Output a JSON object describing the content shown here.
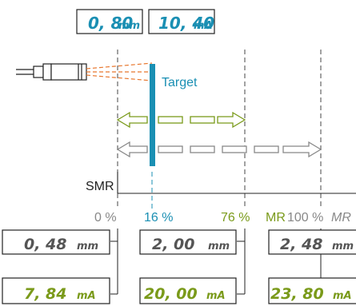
{
  "colors": {
    "accent_blue": "#1a8fb3",
    "green": "#7a9a1a",
    "orange": "#e8772e",
    "line": "#222222",
    "gray_arrow": "#888888",
    "lcd_blue": "#1a8fb3",
    "lcd_gray": "#555555"
  },
  "top_displays": {
    "distance": {
      "value": "0, 80",
      "unit": "mm"
    },
    "current": {
      "value": "10, 40",
      "unit": "mA"
    }
  },
  "target_label": "Target",
  "smr_label": "SMR",
  "scale": {
    "p0": "0 %",
    "p16": "16 %",
    "p76": "76 %",
    "mr": "MR",
    "p100": "100 %",
    "mr_italic": "MR"
  },
  "bottom_displays": {
    "left_mm": {
      "value": "0, 48",
      "unit": "mm"
    },
    "left_ma": {
      "value": "7, 84",
      "unit": "mA"
    },
    "mid_mm": {
      "value": "2, 00",
      "unit": "mm"
    },
    "mid_ma": {
      "value": "20, 00",
      "unit": "mA"
    },
    "right_mm": {
      "value": "2, 48",
      "unit": "mm"
    },
    "right_ma": {
      "value": "23, 80",
      "unit": "mA"
    }
  }
}
